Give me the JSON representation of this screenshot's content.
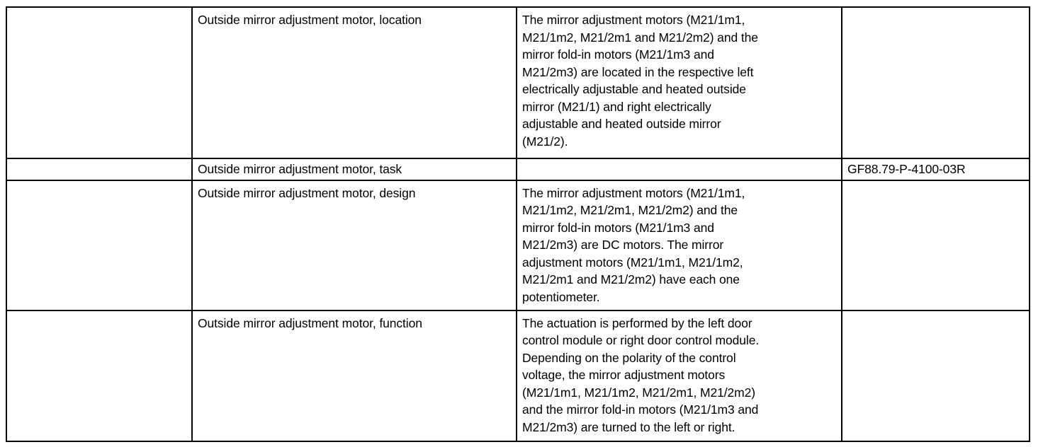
{
  "document": {
    "type": "workshop-information-table",
    "columns": 4,
    "rows": 4,
    "border_color": "#000000",
    "background_color": "#ffffff",
    "text_color": "#000000"
  },
  "table": {
    "rows": [
      {
        "id": "location",
        "col1": "",
        "col2": "Outside mirror adjustment motor, location",
        "col3": "The mirror adjustment motors (M21/1m1,\nM21/1m2, M21/2m1 and M21/2m2) and the\nmirror fold-in motors (M21/1m3 and\nM21/2m3) are located in the respective left\nelectrically adjustable and heated outside\nmirror (M21/1) and right electrically\nadjustable and heated outside mirror\n(M21/2).",
        "col4": ""
      },
      {
        "id": "task",
        "col1": "",
        "col2": "Outside mirror adjustment motor, task",
        "col3": "",
        "col4": "GF88.79-P-4100-03R"
      },
      {
        "id": "design",
        "col1": "",
        "col2": "Outside mirror adjustment motor, design",
        "col3": "The mirror adjustment motors (M21/1m1,\nM21/1m2, M21/2m1, M21/2m2) and the\nmirror fold-in motors (M21/1m3 and\nM21/2m3) are DC motors. The mirror\nadjustment motors (M21/1m1, M21/1m2,\nM21/2m1 and M21/2m2) have each one\npotentiometer.",
        "col4": ""
      },
      {
        "id": "function",
        "col1": "",
        "col2": "Outside mirror adjustment motor, function",
        "col3": "The actuation is performed by the left door\ncontrol module or right door control module.\nDepending on the polarity of the control\nvoltage, the mirror adjustment motors\n(M21/1m1, M21/1m2, M21/2m1, M21/2m2)\nand the mirror fold-in motors (M21/1m3 and\nM21/2m3) are turned to the left or right.",
        "col4": ""
      }
    ]
  }
}
